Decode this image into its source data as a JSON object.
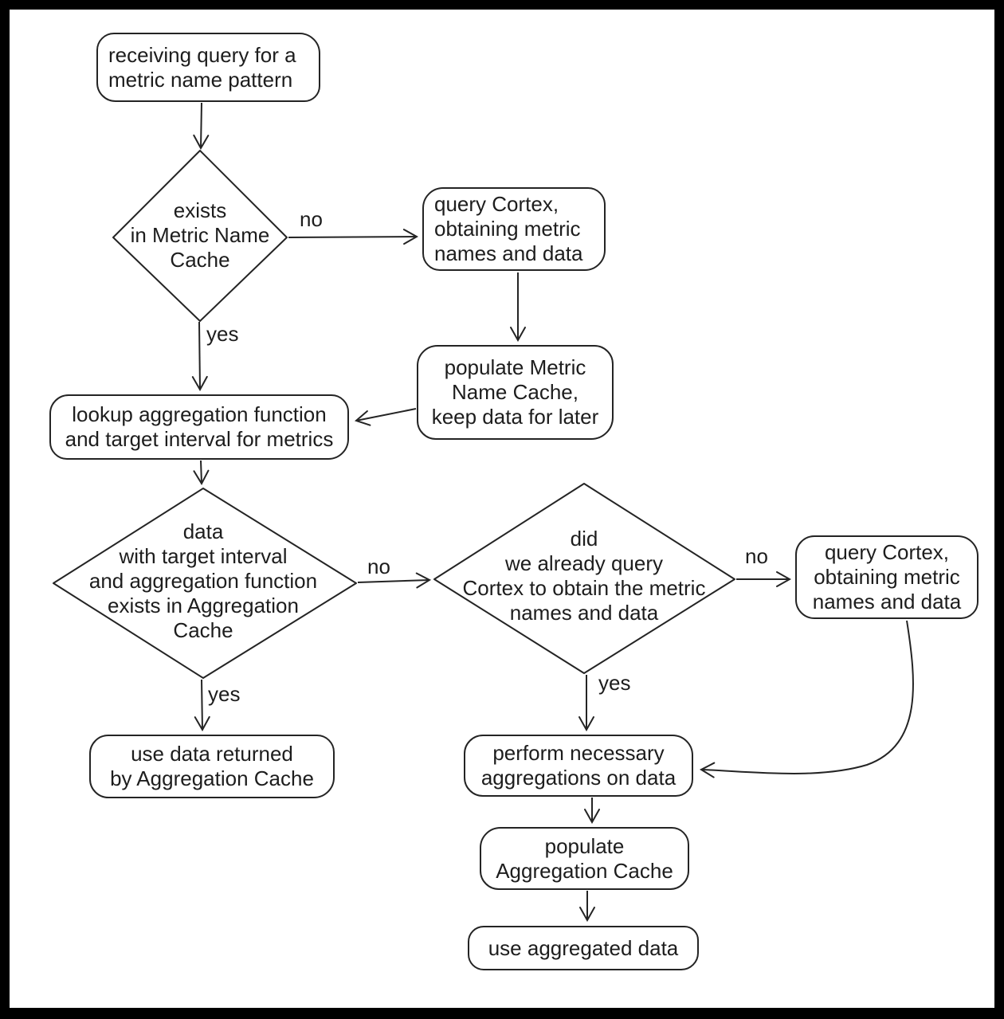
{
  "colors": {
    "frame": "#000000",
    "canvas": "#ffffff",
    "stroke": "#242424",
    "text": "#1d1d1d"
  },
  "nodes": {
    "receive_query": {
      "text": "receiving query for a\nmetric name pattern"
    },
    "exists_in_name_cache": {
      "text": "exists\nin Metric Name\nCache"
    },
    "query_cortex_top": {
      "text": "query Cortex,\nobtaining metric\nnames and data"
    },
    "populate_name_cache": {
      "text": "populate Metric\nName Cache,\nkeep data for later"
    },
    "lookup_aggregation": {
      "text": "lookup aggregation function\nand target interval for metrics"
    },
    "data_exists_in_agg_cache": {
      "text": "data\nwith target interval\nand aggregation function\nexists in Aggregation\nCache"
    },
    "already_queried_cortex": {
      "text": "did\nwe already query\nCortex to obtain the metric\nnames and data"
    },
    "query_cortex_right": {
      "text": "query Cortex,\nobtaining metric\nnames and data"
    },
    "use_agg_cache_data": {
      "text": "use data returned\nby Aggregation Cache"
    },
    "perform_aggregations": {
      "text": "perform necessary\naggregations on data"
    },
    "populate_agg_cache": {
      "text": "populate\nAggregation Cache"
    },
    "use_aggregated_data": {
      "text": "use aggregated data"
    }
  },
  "edge_labels": {
    "exists_no": "no",
    "exists_yes": "yes",
    "agg_no": "no",
    "agg_yes": "yes",
    "queried_no": "no",
    "queried_yes": "yes"
  }
}
